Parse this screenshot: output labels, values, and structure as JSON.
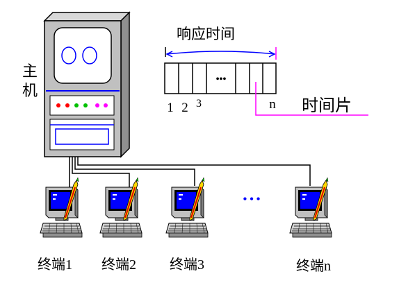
{
  "host": {
    "label": "主机"
  },
  "response": {
    "label": "响应时间"
  },
  "queue": {
    "slot_labels": [
      "1",
      "2",
      "3"
    ],
    "ellipsis": "•••",
    "last_label": "n"
  },
  "timeslice": {
    "label": "时间片"
  },
  "terminals": [
    {
      "label": "终端",
      "index": "1"
    },
    {
      "label": "终端",
      "index": "2"
    },
    {
      "label": "终端",
      "index": "3"
    },
    {
      "label": "终端",
      "index": "n"
    }
  ],
  "terminal_gap": "• • •",
  "colors": {
    "led_red": "#ff0000",
    "led_green": "#00c000",
    "led_magenta": "#ff00ff",
    "accent_blue": "#0000ff",
    "magenta_line": "#ff00ff",
    "screen_blue": "#0000ff",
    "pencil_yellow": "#ffd800",
    "pencil_red": "#e00000"
  }
}
